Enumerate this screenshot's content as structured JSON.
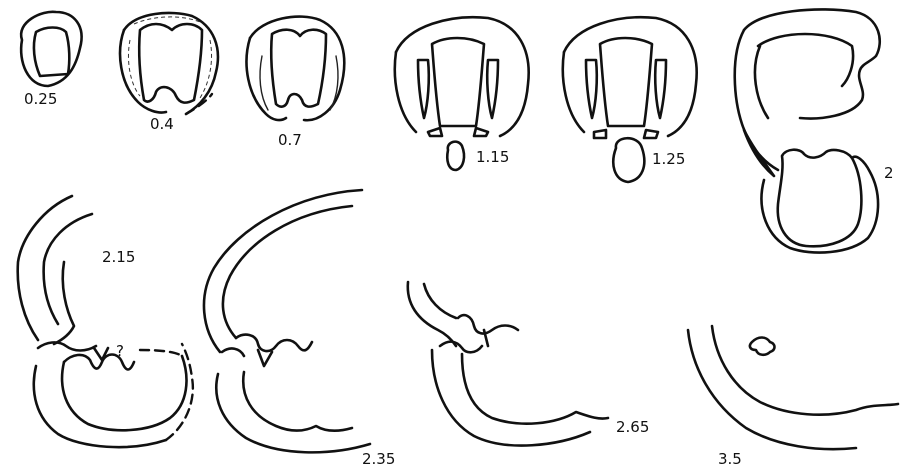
{
  "stage_labels": [
    "0.25",
    "0.4",
    "0.7",
    "1.15",
    "1.25",
    "2",
    "2.15",
    "2.35",
    "2.65",
    "3.5"
  ],
  "annotations": {
    "question_mark": "?"
  },
  "colors": {
    "ink": "#111111",
    "background": "#ffffff"
  }
}
